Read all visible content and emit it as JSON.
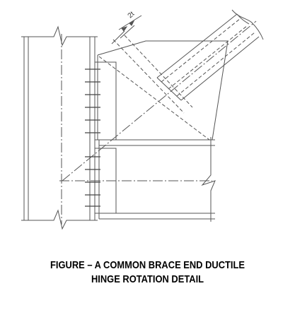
{
  "diagram": {
    "dimension_label": "2t",
    "line_color": "#555555",
    "background_color": "#ffffff"
  },
  "caption": {
    "line1": "FIGURE – A COMMON BRACE END DUCTILE",
    "line2": "HINGE ROTATION DETAIL"
  }
}
